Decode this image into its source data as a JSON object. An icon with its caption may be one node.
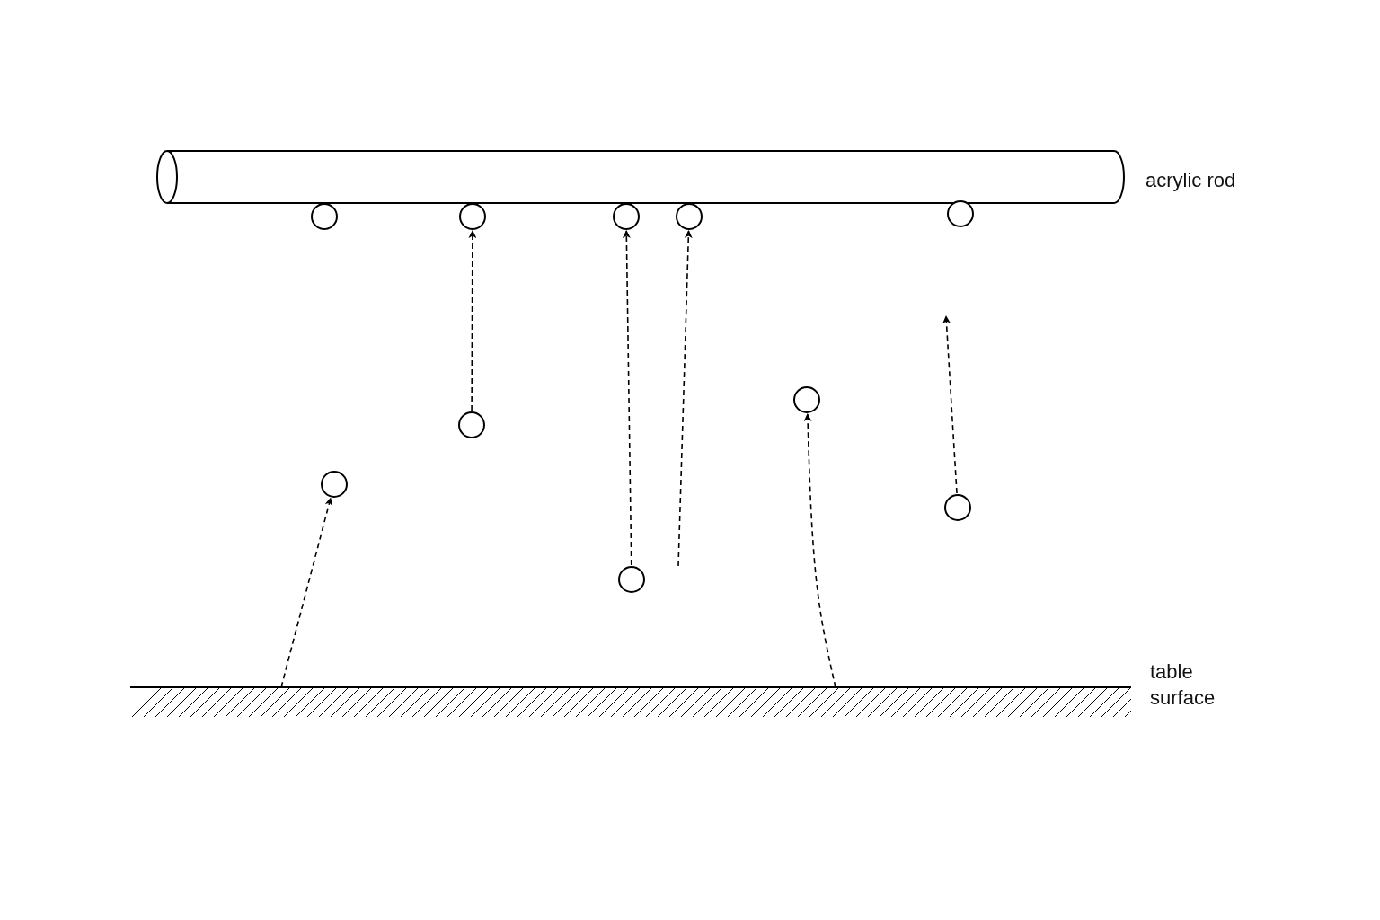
{
  "diagram": {
    "nodes": [
      {
        "text": [],
        "shape": "cylinder",
        "beside": [
          "acrylic rod"
        ]
      },
      {
        "text": [],
        "shape": "circle"
      },
      {
        "text": [],
        "shape": "circle"
      },
      {
        "text": [],
        "shape": "circle"
      },
      {
        "text": [],
        "shape": "circle"
      },
      {
        "text": [],
        "shape": "circle"
      },
      {
        "text": [],
        "shape": "circle"
      },
      {
        "text": [],
        "shape": "circle"
      },
      {
        "text": [],
        "shape": "circle"
      },
      {
        "text": [],
        "shape": "circle"
      },
      {
        "text": [],
        "shape": "circle"
      },
      {
        "text": [],
        "shape": "bar",
        "beside": [
          "table surface"
        ]
      }
    ],
    "edges": [
      {
        "from": 11,
        "to": 8,
        "arrow": "to",
        "style": "dashed"
      },
      {
        "from": 7,
        "to": 2,
        "arrow": "to",
        "style": "dashed"
      },
      {
        "from": 10,
        "to": 3,
        "arrow": "to",
        "style": "dashed"
      },
      {
        "from": null,
        "to": 4,
        "arrow": "to",
        "style": "dashed"
      },
      {
        "from": 11,
        "to": 6,
        "arrow": "to",
        "style": "dashed"
      },
      {
        "from": 9,
        "to": null,
        "arrow": "to",
        "style": "dashed"
      }
    ]
  }
}
